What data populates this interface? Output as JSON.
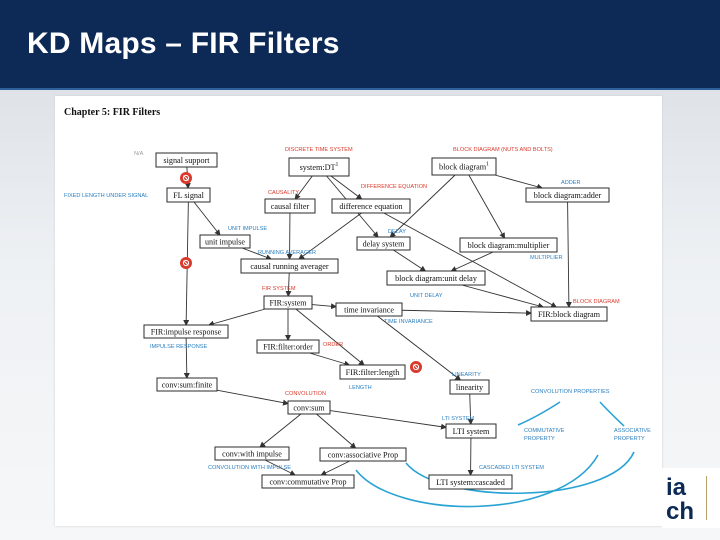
{
  "slide": {
    "title": "KD Maps – FIR Filters"
  },
  "chapter": {
    "heading": "Chapter 5:  FIR Filters"
  },
  "logo": {
    "line1": "ia",
    "line2": "ch"
  },
  "colors": {
    "header_bg": "#0c2a55",
    "node_border": "#2b2b2b",
    "red_label": "#d93a2b",
    "blue_label": "#2a7fc1",
    "blue_curve": "#2aa3d4",
    "red_marker": "#d93a2b"
  },
  "nodes": [
    {
      "id": "signal_support",
      "label": "signal support"
    },
    {
      "id": "fl_signal",
      "label": "FL signal"
    },
    {
      "id": "unit_impulse",
      "label": "unit impulse"
    },
    {
      "id": "system_dt",
      "label": "system:DT",
      "sup": "1"
    },
    {
      "id": "causal_filter",
      "label": "causal filter"
    },
    {
      "id": "difference_equation",
      "label": "difference equation"
    },
    {
      "id": "causal_running_averager",
      "label": "causal running averager"
    },
    {
      "id": "fir_system",
      "label": "FIR:system"
    },
    {
      "id": "fir_impulse_response",
      "label": "FIR:impulse response"
    },
    {
      "id": "fir_filter_order",
      "label": "FIR:filter:order"
    },
    {
      "id": "conv_sum_finite",
      "label": "conv:sum:finite"
    },
    {
      "id": "conv_sum",
      "label": "conv:sum"
    },
    {
      "id": "conv_with_impulse",
      "label": "conv:with impulse"
    },
    {
      "id": "conv_associative_prop",
      "label": "conv:associative Prop"
    },
    {
      "id": "conv_commutative_prop",
      "label": "conv:commutative Prop"
    },
    {
      "id": "block_diagram",
      "label": "block diagram",
      "sup": "1"
    },
    {
      "id": "delay_system",
      "label": "delay system"
    },
    {
      "id": "block_diagram_adder",
      "label": "block diagram:adder"
    },
    {
      "id": "block_diagram_multiplier",
      "label": "block diagram:multiplier"
    },
    {
      "id": "block_diagram_unit_delay",
      "label": "block diagram:unit delay"
    },
    {
      "id": "time_invariance",
      "label": "time invariance"
    },
    {
      "id": "fir_block_diagram",
      "label": "FIR:block diagram"
    },
    {
      "id": "fir_filter_length",
      "label": "FIR:filter:length"
    },
    {
      "id": "linearity",
      "label": "linearity"
    },
    {
      "id": "lti_system",
      "label": "LTI system"
    },
    {
      "id": "lti_system_cascaded",
      "label": "LTI system:cascaded"
    }
  ],
  "labels": [
    {
      "id": "na",
      "text": "N/A",
      "color": "grey"
    },
    {
      "id": "fixed_length_under_signal",
      "text": "FIXED LENGTH UNDER SIGNAL",
      "color": "blue"
    },
    {
      "id": "unit_impulse",
      "text": "UNIT IMPULSE",
      "color": "blue"
    },
    {
      "id": "discrete_time_system",
      "text": "DISCRETE TIME SYSTEM",
      "color": "red"
    },
    {
      "id": "causality",
      "text": "CAUSALITY",
      "color": "red"
    },
    {
      "id": "difference_equation",
      "text": "DIFFERENCE EQUATION",
      "color": "red"
    },
    {
      "id": "running_averager",
      "text": "RUNNING AVERAGER",
      "color": "blue"
    },
    {
      "id": "fir_system",
      "text": "FIR SYSTEM",
      "color": "red"
    },
    {
      "id": "impulse_response",
      "text": "IMPULSE RESPONSE",
      "color": "blue"
    },
    {
      "id": "order",
      "text": "ORDER",
      "color": "red"
    },
    {
      "id": "length",
      "text": "LENGTH",
      "color": "blue"
    },
    {
      "id": "convolution",
      "text": "CONVOLUTION",
      "color": "red"
    },
    {
      "id": "convolution_with_impulse",
      "text": "CONVOLUTION WITH IMPULSE",
      "color": "blue"
    },
    {
      "id": "block_diagram_nuts_bolts",
      "text": "BLOCK DIAGRAM (NUTS AND BOLTS)",
      "color": "red"
    },
    {
      "id": "adder",
      "text": "ADDER",
      "color": "blue"
    },
    {
      "id": "delay",
      "text": "DELAY",
      "color": "blue"
    },
    {
      "id": "multiplier",
      "text": "MULTIPLIER",
      "color": "blue"
    },
    {
      "id": "unit_delay",
      "text": "UNIT DELAY",
      "color": "blue"
    },
    {
      "id": "block_diagram",
      "text": "BLOCK DIAGRAM",
      "color": "red"
    },
    {
      "id": "time_invariance",
      "text": "TIME INVARIANCE",
      "color": "blue"
    },
    {
      "id": "linearity",
      "text": "LINEARITY",
      "color": "blue"
    },
    {
      "id": "lti_system",
      "text": "LTI SYSTEM",
      "color": "blue"
    },
    {
      "id": "cascaded_lti_system",
      "text": "CASCADED LTI SYSTEM",
      "color": "blue"
    },
    {
      "id": "convolution_properties",
      "text": "CONVOLUTION PROPERTIES",
      "color": "blue"
    },
    {
      "id": "commutative_property_1",
      "text": "COMMUTATIVE",
      "color": "blue"
    },
    {
      "id": "commutative_property_2",
      "text": "PROPERTY",
      "color": "blue"
    },
    {
      "id": "associative_property_1",
      "text": "ASSOCIATIVE",
      "color": "blue"
    },
    {
      "id": "associative_property_2",
      "text": "PROPERTY",
      "color": "blue"
    }
  ],
  "edges": [
    [
      "signal_support",
      "fl_signal"
    ],
    [
      "fl_signal",
      "unit_impulse"
    ],
    [
      "unit_impulse",
      "causal_running_averager"
    ],
    [
      "fl_signal",
      "fir_impulse_response"
    ],
    [
      "system_dt",
      "causal_filter"
    ],
    [
      "system_dt",
      "difference_equation"
    ],
    [
      "system_dt",
      "delay_system"
    ],
    [
      "causal_filter",
      "causal_running_averager"
    ],
    [
      "difference_equation",
      "causal_running_averager"
    ],
    [
      "difference_equation",
      "fir_block_diagram"
    ],
    [
      "causal_running_averager",
      "fir_system"
    ],
    [
      "fir_system",
      "fir_impulse_response"
    ],
    [
      "fir_system",
      "fir_filter_order"
    ],
    [
      "fir_system",
      "fir_filter_length"
    ],
    [
      "fir_system",
      "time_invariance"
    ],
    [
      "fir_impulse_response",
      "conv_sum_finite"
    ],
    [
      "fir_filter_order",
      "fir_filter_length"
    ],
    [
      "conv_sum_finite",
      "conv_sum"
    ],
    [
      "conv_sum",
      "conv_with_impulse"
    ],
    [
      "conv_sum",
      "conv_associative_prop"
    ],
    [
      "conv_sum",
      "lti_system"
    ],
    [
      "conv_with_impulse",
      "conv_commutative_prop"
    ],
    [
      "conv_associative_prop",
      "conv_commutative_prop"
    ],
    [
      "block_diagram",
      "block_diagram_adder"
    ],
    [
      "block_diagram",
      "block_diagram_multiplier"
    ],
    [
      "block_diagram",
      "delay_system"
    ],
    [
      "delay_system",
      "block_diagram_unit_delay"
    ],
    [
      "block_diagram_adder",
      "fir_block_diagram"
    ],
    [
      "block_diagram_multiplier",
      "block_diagram_unit_delay"
    ],
    [
      "block_diagram_unit_delay",
      "fir_block_diagram"
    ],
    [
      "time_invariance",
      "fir_block_diagram"
    ],
    [
      "time_invariance",
      "linearity"
    ],
    [
      "linearity",
      "lti_system"
    ],
    [
      "lti_system",
      "lti_system_cascaded"
    ]
  ]
}
